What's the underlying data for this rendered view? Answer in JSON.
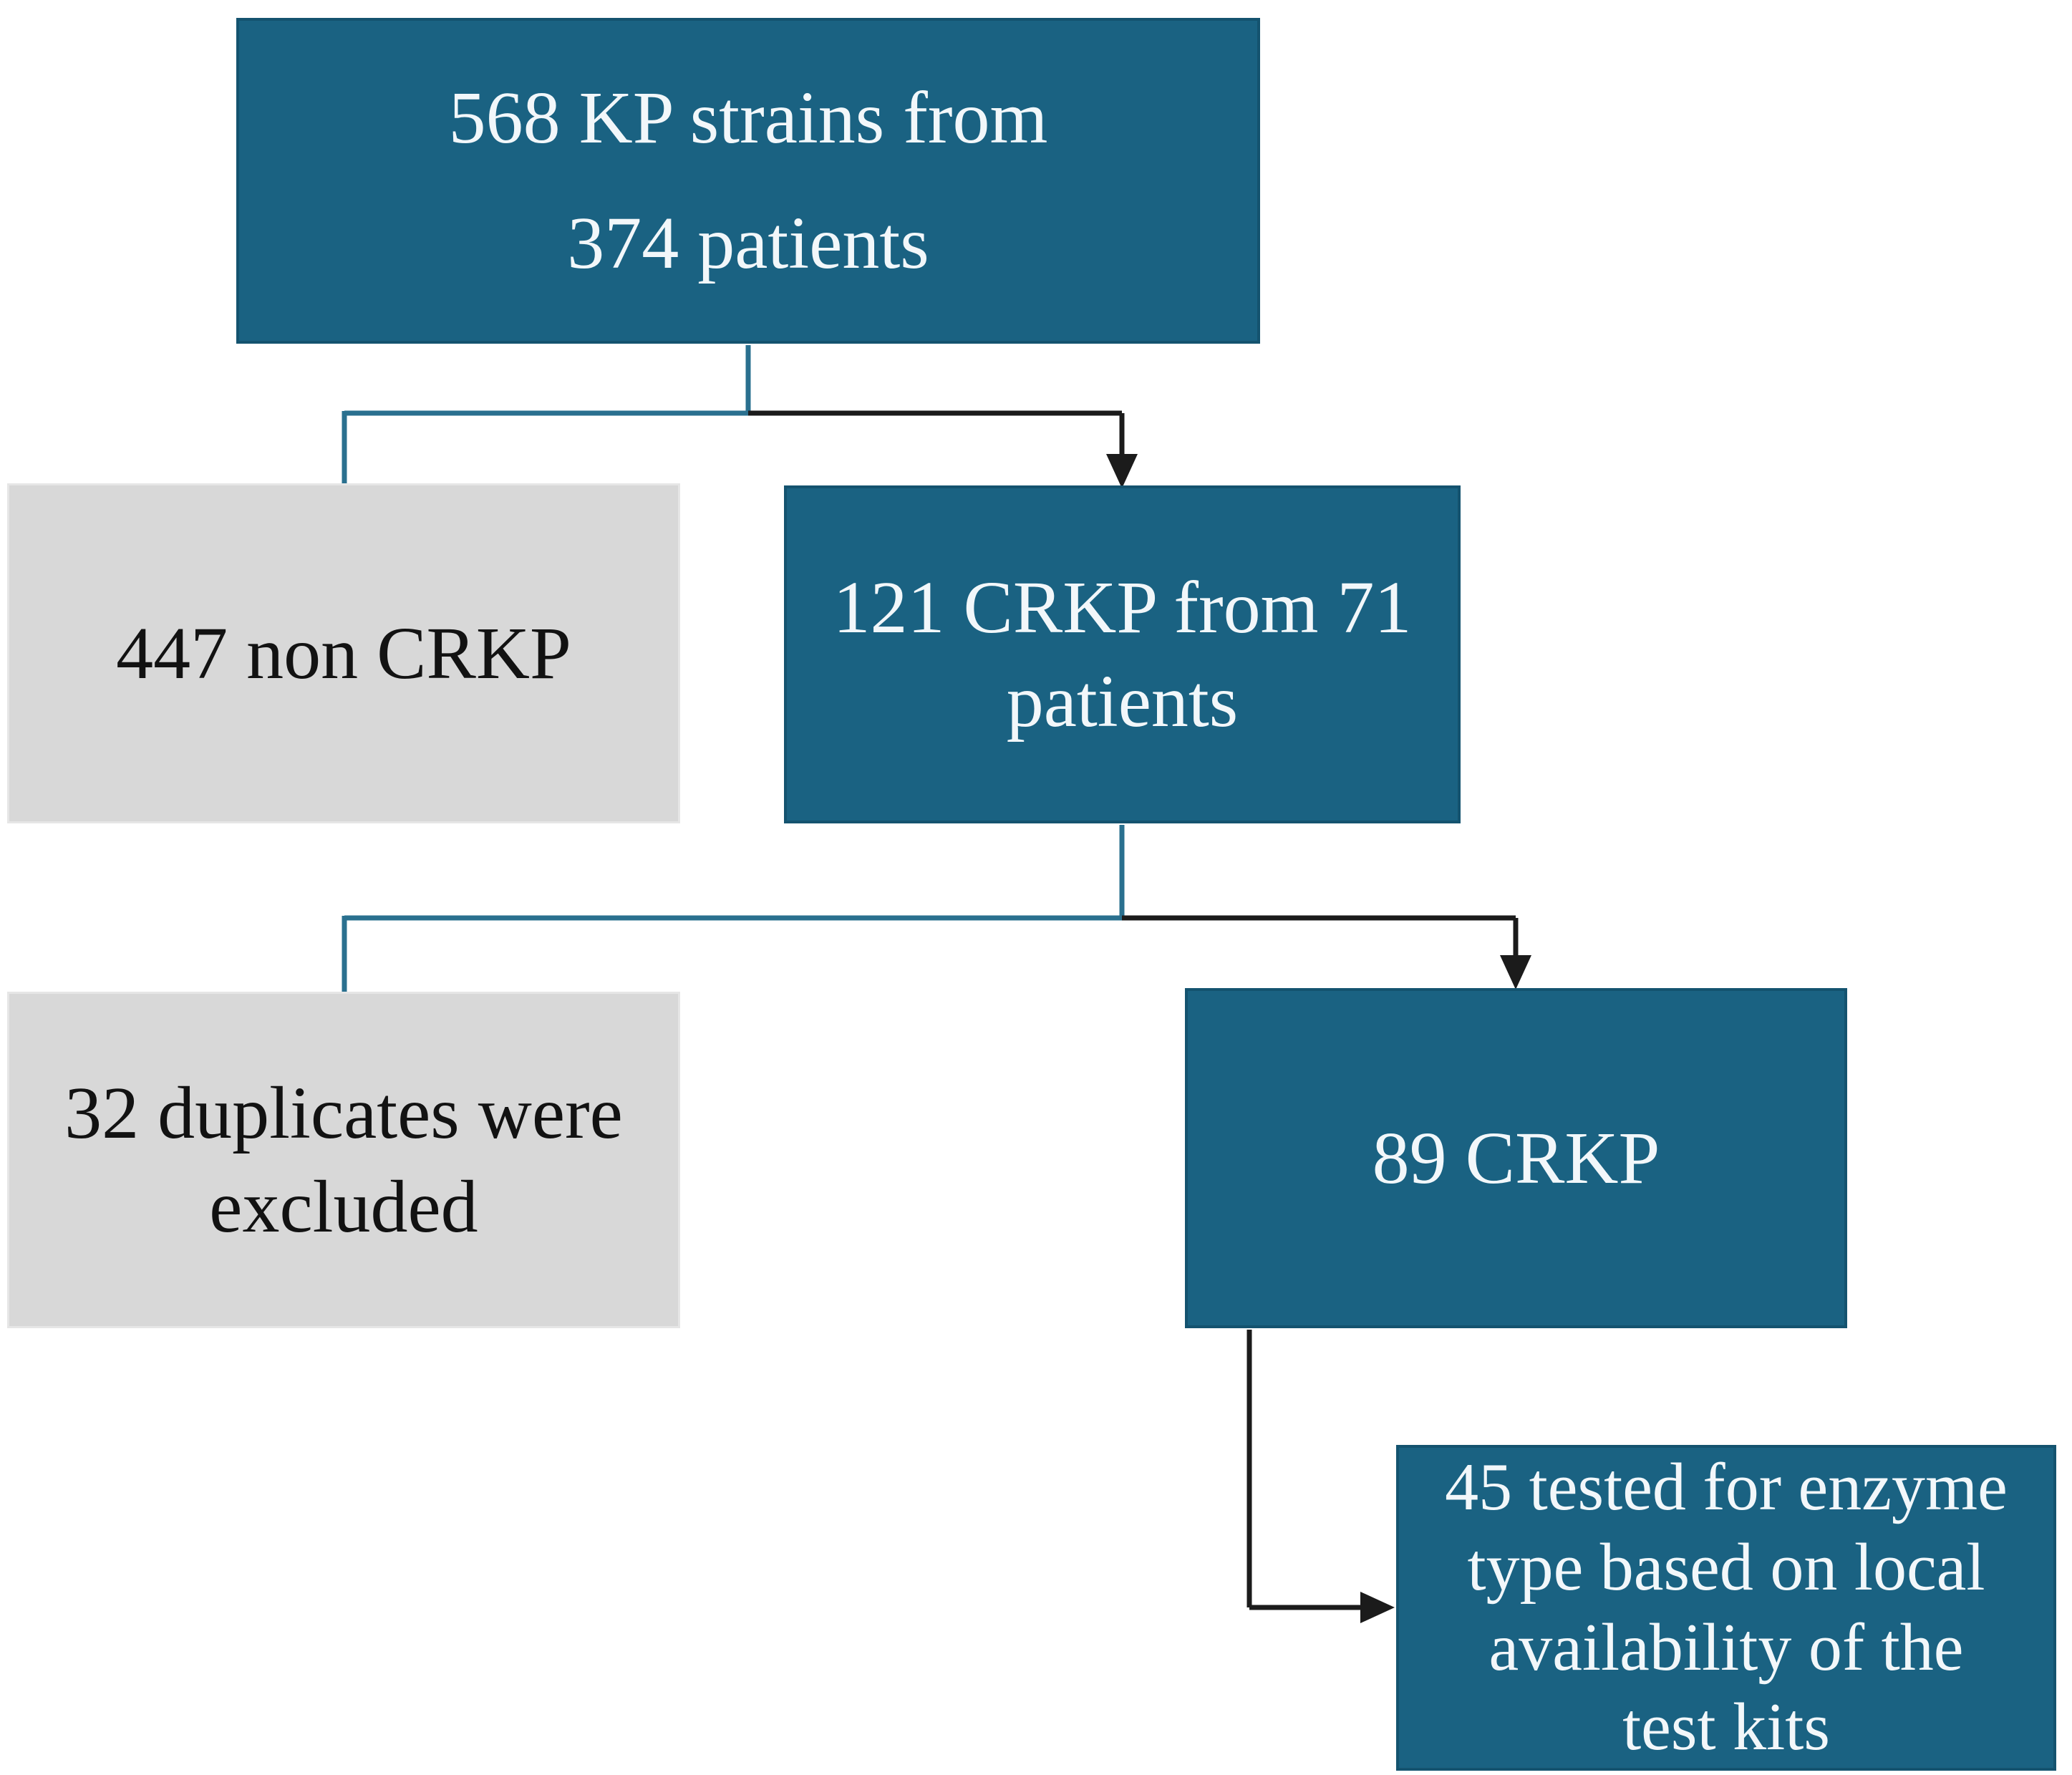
{
  "diagram_type": "flowchart",
  "nodes": [
    {
      "id": "kp568",
      "variant": "primary",
      "lines": [
        "568 KP strains from",
        "374 patients"
      ]
    },
    {
      "id": "noncrkp",
      "variant": "secondary",
      "lines": [
        "447 non CRKP"
      ]
    },
    {
      "id": "crkp121",
      "variant": "primary",
      "lines": [
        "121 CRKP from 71",
        "patients"
      ]
    },
    {
      "id": "duplicates",
      "variant": "secondary",
      "lines": [
        "32 duplicates were",
        "excluded"
      ]
    },
    {
      "id": "crkp89",
      "variant": "primary",
      "lines": [
        "89 CRKP"
      ]
    },
    {
      "id": "tested45",
      "variant": "primary",
      "lines": [
        "45 tested for enzyme",
        "type based on local",
        "availability of the",
        "test kits"
      ]
    }
  ],
  "edges": [
    {
      "from": "kp568",
      "to": "noncrkp",
      "style": "teal-line",
      "arrowhead": false
    },
    {
      "from": "kp568",
      "to": "crkp121",
      "style": "black-line",
      "arrowhead": true
    },
    {
      "from": "crkp121",
      "to": "duplicates",
      "style": "teal-line",
      "arrowhead": false
    },
    {
      "from": "crkp121",
      "to": "crkp89",
      "style": "black-line",
      "arrowhead": true
    },
    {
      "from": "crkp89",
      "to": "tested45",
      "style": "black-line",
      "arrowhead": true
    }
  ],
  "colors": {
    "primary_fill": "#1a6282",
    "primary_border": "#14536f",
    "primary_text": "#f2f7fa",
    "secondary_fill": "#d8d8d8",
    "secondary_border": "#e6e6e6",
    "secondary_text": "#121212",
    "connector_teal": "#2a708f",
    "connector_black": "#1b1b1b",
    "background": "#ffffff"
  }
}
